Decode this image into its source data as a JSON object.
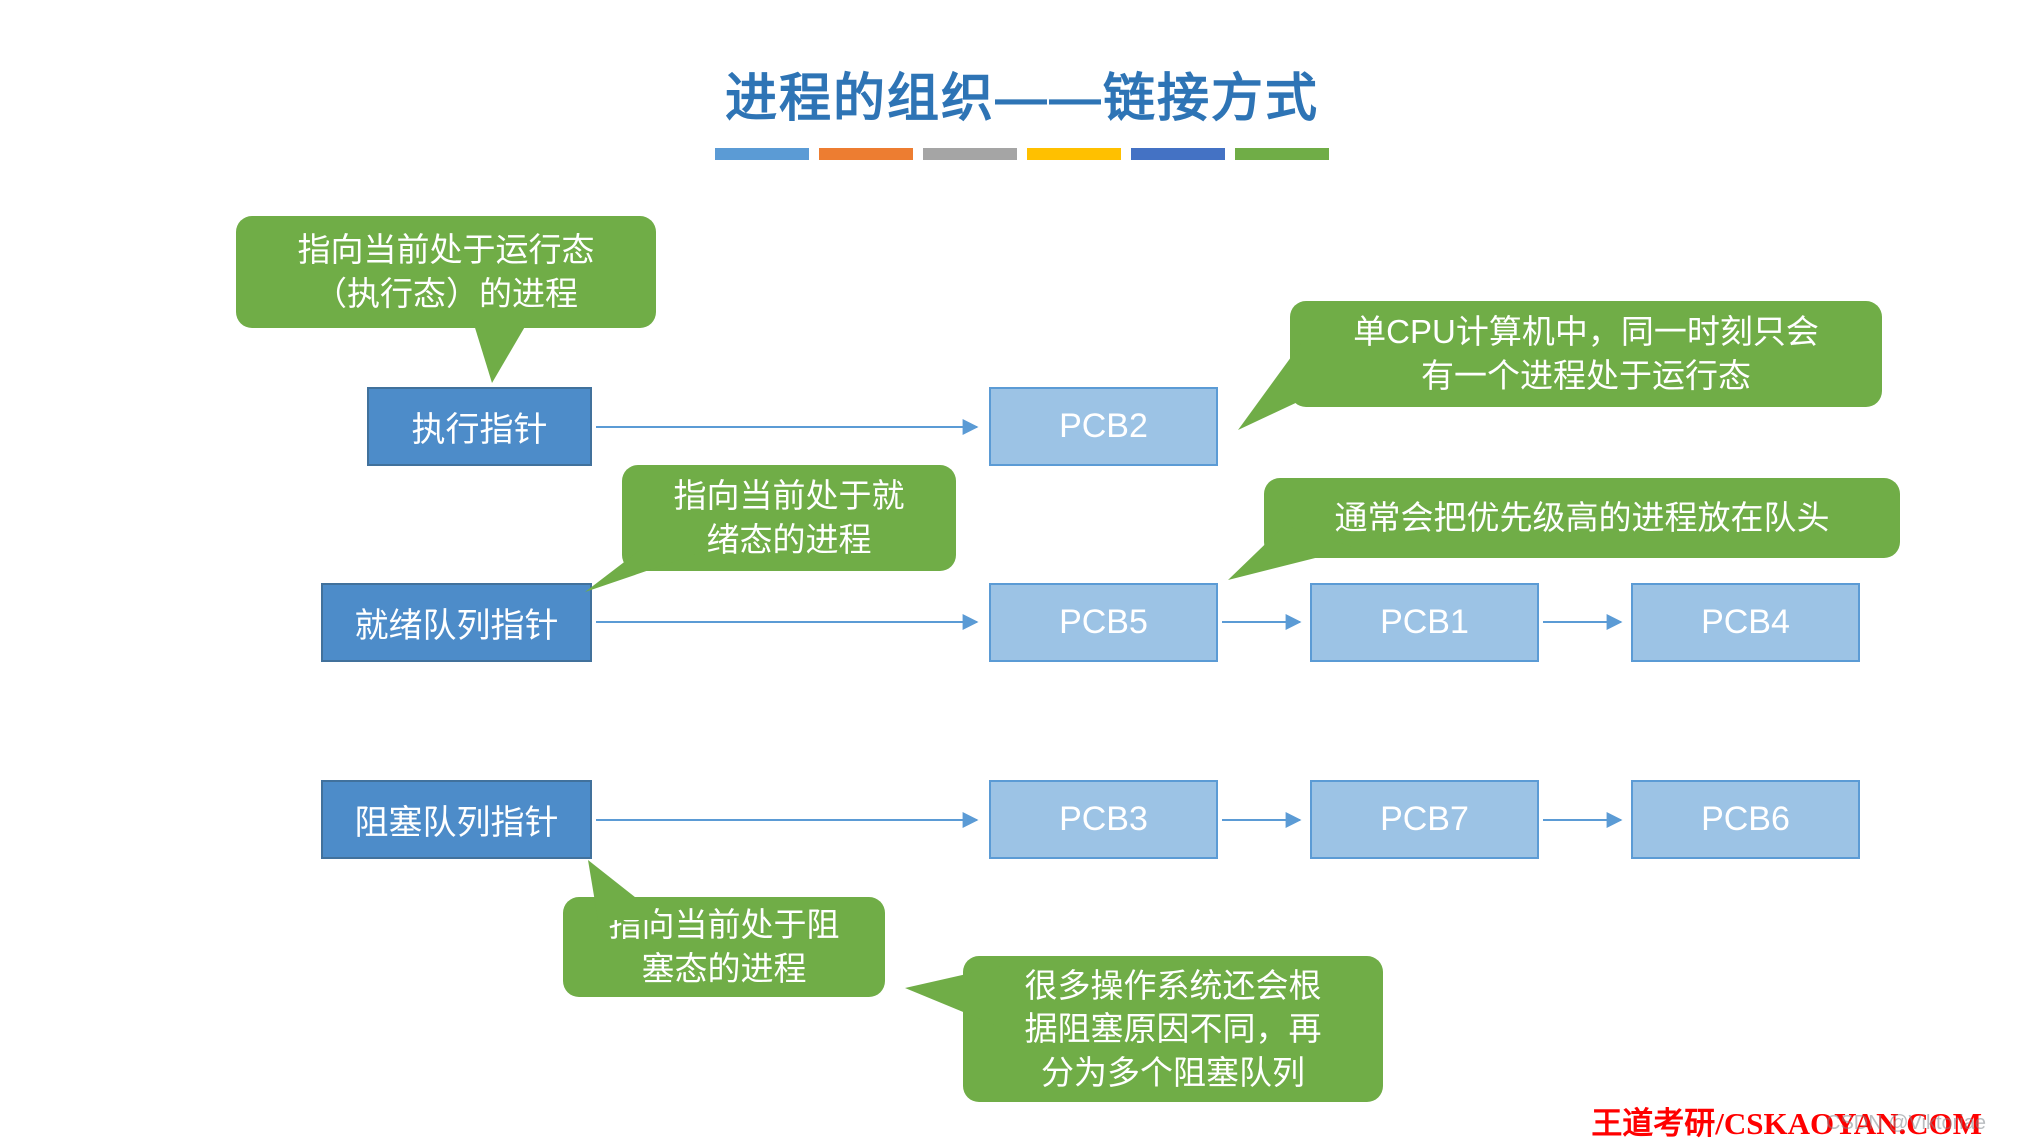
{
  "title": "进程的组织——链接方式",
  "divider": {
    "colors": [
      "#5B9BD5",
      "#ED7D31",
      "#A5A5A5",
      "#FFC000",
      "#4472C4",
      "#70AD47"
    ]
  },
  "colors": {
    "title_text": "#2E74B5",
    "callout_bg": "#70AD47",
    "pointer_box_bg": "#4D8CC9",
    "pcb_box_bg": "#9CC3E5",
    "box_border": "#41719C",
    "arrow": "#5B9BD5",
    "footer_text": "#FF0000"
  },
  "callouts": {
    "running": "指向当前处于运行态\n（执行态）的进程",
    "single_cpu": "单CPU计算机中，同一时刻只会\n有一个进程处于运行态",
    "ready": "指向当前处于就\n绪态的进程",
    "priority": "通常会把优先级高的进程放在队头",
    "blocked": "指向当前处于阻\n塞态的进程",
    "multi_queue": "很多操作系统还会根\n据阻塞原因不同，再\n分为多个阻塞队列"
  },
  "rows": [
    {
      "pointer": "执行指针",
      "pcbs": [
        {
          "label": "PCB2"
        }
      ]
    },
    {
      "pointer": "就绪队列指针",
      "pcbs": [
        {
          "label": "PCB5"
        },
        {
          "label": "PCB1"
        },
        {
          "label": "PCB4"
        }
      ]
    },
    {
      "pointer": "阻塞队列指针",
      "pcbs": [
        {
          "label": "PCB3"
        },
        {
          "label": "PCB7"
        },
        {
          "label": "PCB6"
        }
      ]
    }
  ],
  "footer": {
    "brand": "王道考研/CSKAOYAN.COM",
    "watermark": "CSDN @Viktoriae"
  }
}
